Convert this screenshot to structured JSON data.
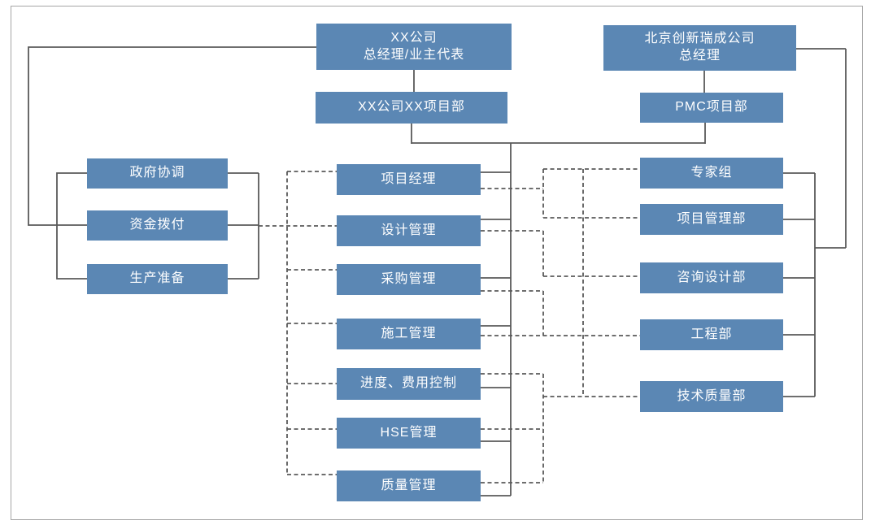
{
  "colors": {
    "box_fill": "#5b87b4",
    "box_text": "#ffffff",
    "line": "#595959",
    "frame_border": "#a6a6a6",
    "background": "#ffffff"
  },
  "nodes": {
    "owner_gm": {
      "line1": "XX公司",
      "line2": "总经理/业主代表"
    },
    "owner_project_dept": {
      "label": "XX公司XX项目部"
    },
    "pmc_company_gm": {
      "line1": "北京创新瑞成公司",
      "line2": "总经理"
    },
    "pmc_project_dept": {
      "label": "PMC项目部"
    },
    "left": [
      {
        "label": "政府协调"
      },
      {
        "label": "资金拨付"
      },
      {
        "label": "生产准备"
      }
    ],
    "middle": [
      {
        "label": "项目经理"
      },
      {
        "label": "设计管理"
      },
      {
        "label": "采购管理"
      },
      {
        "label": "施工管理"
      },
      {
        "label": "进度、费用控制"
      },
      {
        "label": "HSE管理"
      },
      {
        "label": "质量管理"
      }
    ],
    "right": [
      {
        "label": "专家组"
      },
      {
        "label": "项目管理部"
      },
      {
        "label": "咨询设计部"
      },
      {
        "label": "工程部"
      },
      {
        "label": "技术质量部"
      }
    ]
  }
}
